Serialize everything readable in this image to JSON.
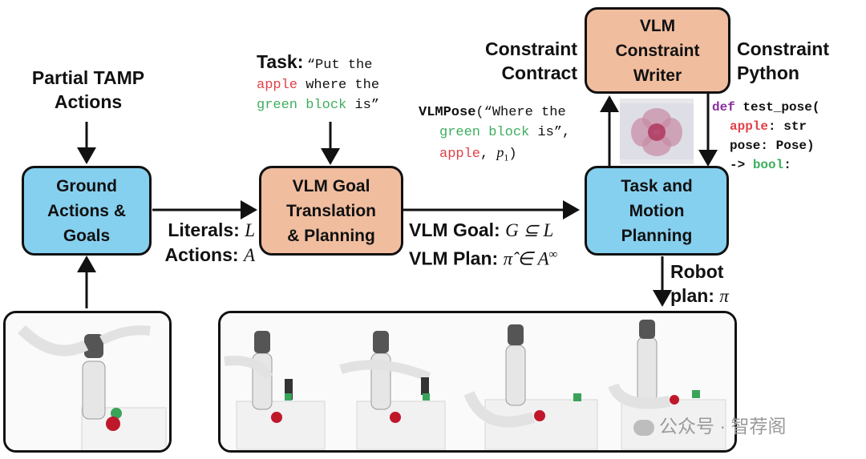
{
  "partial_tamp": {
    "line1": "Partial TAMP",
    "line2": "Actions"
  },
  "ground_box": {
    "line1": "Ground",
    "line2": "Actions &",
    "line3": "Goals"
  },
  "literals_label": {
    "name": "Literals:",
    "sym": "L"
  },
  "actions_label": {
    "name": "Actions:",
    "sym": "A"
  },
  "task": {
    "label": "Task:",
    "quote_open": "“Put the",
    "apple": "apple",
    "where_the": " where the",
    "green_block": "green block",
    "is_close": " is”"
  },
  "vlm_goal_box": {
    "line1": "VLM Goal",
    "line2": "Translation",
    "line3": "& Planning"
  },
  "vlm_goal_label": {
    "name": "VLM Goal:",
    "formula": "G ⊆ L"
  },
  "vlm_plan_label": {
    "name": "VLM Plan:",
    "formula": "π̂ ∈ A",
    "sup": "∞"
  },
  "vlmpose": {
    "func": "VLMPose",
    "open": "(“Where the",
    "green_block": "green block",
    "is_comma": " is”,",
    "apple": "apple",
    "comma": ", ",
    "p": "p",
    "p_sub": "1",
    "close": ")"
  },
  "constraint_contract": {
    "line1": "Constraint",
    "line2": "Contract"
  },
  "writer_box": {
    "line1": "VLM",
    "line2": "Constraint",
    "line3": "Writer"
  },
  "constraint_python": {
    "line1": "Constraint",
    "line2": "Python"
  },
  "code": {
    "def": "def",
    "fn": " test_pose(",
    "apple": "apple",
    "line2_rest": ": str",
    "line3": "pose: Pose)",
    "arrow": "-> ",
    "bool": "bool",
    "colon": ":"
  },
  "tamp_box": {
    "line1": "Task and",
    "line2": "Motion",
    "line3": "Planning"
  },
  "robot_plan": {
    "line1": "Robot",
    "line2": "plan:",
    "sym": "π"
  },
  "watermark": {
    "text": "公众号 · 智荐阁"
  }
}
